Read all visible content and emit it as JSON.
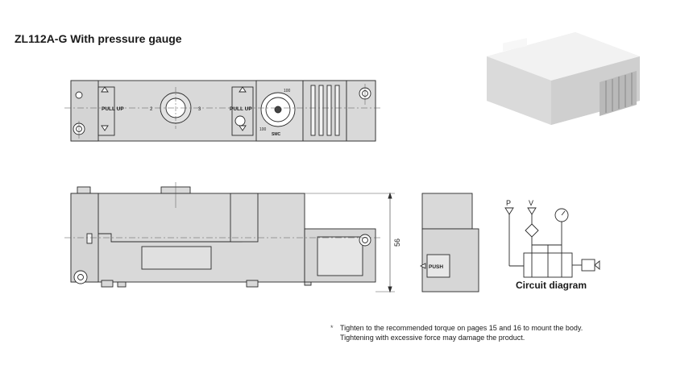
{
  "title": "ZL112A-G With pressure gauge",
  "top_view": {
    "left_label": "PULL UP",
    "right_label": "PULL UP",
    "mark_2": "2",
    "mark_3": "3",
    "gauge_scale_a": "100",
    "gauge_scale_b": "100",
    "gauge_brand": "SMC"
  },
  "dimensions": {
    "height": "56"
  },
  "side_view": {
    "push_label": "PUSH"
  },
  "circuit": {
    "port_p": "P",
    "port_v": "V",
    "caption": "Circuit diagram"
  },
  "notes": {
    "marker": "*",
    "line1": "Tighten to the recommended torque on pages 15 and 16 to mount the body.",
    "line2": "Tightening with excessive force may damage the product."
  },
  "colors": {
    "body_fill": "#d9d9d9",
    "line": "#2a2a2a",
    "photo_bg": "#ececec"
  }
}
